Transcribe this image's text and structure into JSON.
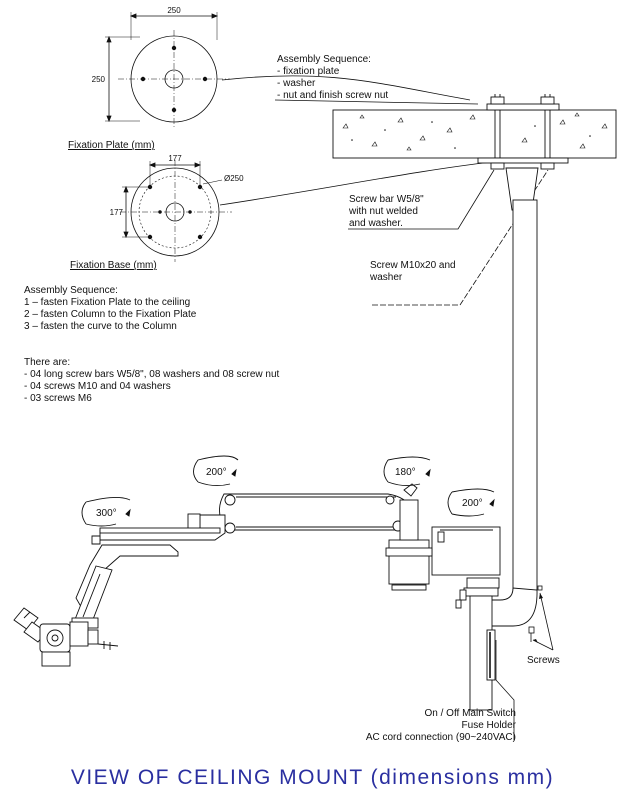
{
  "plate": {
    "dim_width": "250",
    "dim_height": "250",
    "caption": "Fixation Plate (mm)"
  },
  "base": {
    "dim_width": "177",
    "dim_height": "177",
    "dim_diameter": "Ø250",
    "caption": "Fixation Base (mm)"
  },
  "ceiling_note": {
    "title": "Assembly Sequence:",
    "lines": [
      "- fixation plate",
      "- washer",
      "- nut and finish screw nut"
    ]
  },
  "screw_bar_note": [
    "Screw bar W5/8\"",
    "with nut welded",
    "and washer."
  ],
  "screw_m10_note": [
    "Screw M10x20 and",
    "washer"
  ],
  "assembly": {
    "title": "Assembly Sequence:",
    "steps": [
      "1 – fasten Fixation Plate to the ceiling",
      "2 – fasten Column to the Fixation Plate",
      "3 – fasten the curve to the Column"
    ]
  },
  "parts": {
    "title": "There are:",
    "items": [
      "- 04 long screw bars W5/8\", 08 washers and 08 screw nut",
      "- 04 screws M10 and 04 washers",
      "- 03 screws M6"
    ]
  },
  "rotations": {
    "r1": "200°",
    "r2": "180°",
    "r3": "300°",
    "r4": "200°"
  },
  "screws_label": "Screws",
  "switch_note": [
    "On / Off Main Switch",
    "Fuse Holder",
    "AC cord connection (90~240VAC)"
  ],
  "title": "VIEW OF CEILING MOUNT (dimensions mm)",
  "colors": {
    "title": "#2a2fa0",
    "line": "#111111"
  }
}
